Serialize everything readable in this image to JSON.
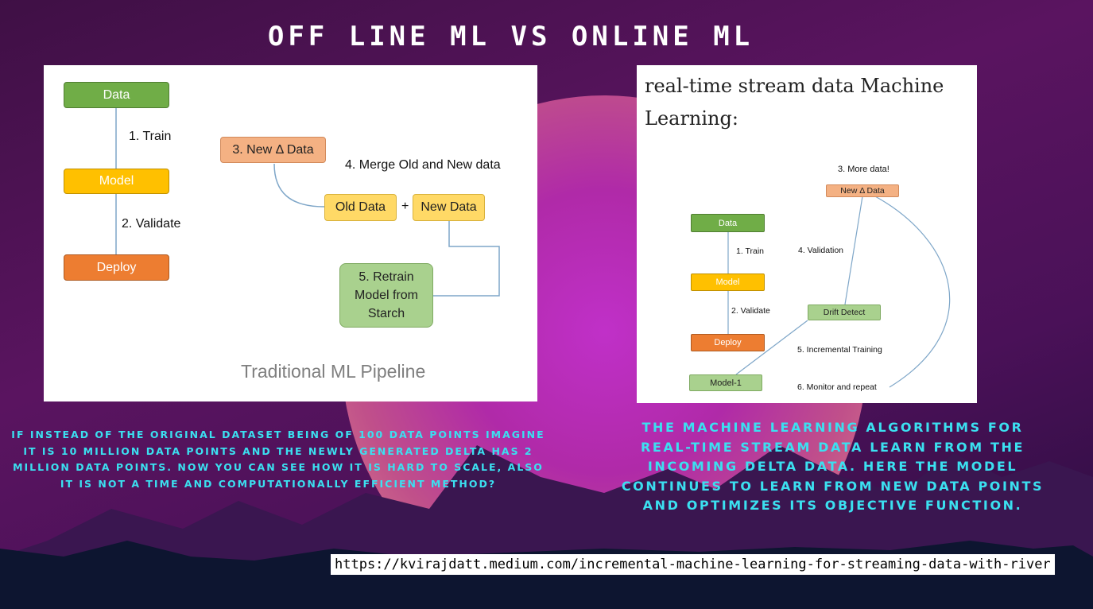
{
  "title": "OFF LINE ML VS ONLINE ML",
  "left_diagram": {
    "data": "Data",
    "model": "Model",
    "deploy": "Deploy",
    "step_train": "1. Train",
    "step_validate": "2. Validate",
    "new_delta": "3. New Δ Data",
    "merge": "4. Merge Old and New data",
    "old_data": "Old Data",
    "plus": "+",
    "new_data": "New Data",
    "retrain": "5. Retrain Model from Starch",
    "caption": "Traditional ML Pipeline"
  },
  "right_diagram": {
    "heading": "real-time stream data Machine Learning:",
    "more_data": "3. More data!",
    "new_delta": "New Δ Data",
    "data": "Data",
    "step_train": "1. Train",
    "step_validation": "4. Validation",
    "model": "Model",
    "step_validate": "2. Validate",
    "drift_detect": "Drift Detect",
    "deploy": "Deploy",
    "incremental": "5. Incremental Training",
    "model1": "Model-1",
    "monitor": "6. Monitor and repeat"
  },
  "left_text": "If instead of the original dataset being of 100 data points imagine it is 10 million data points and the newly generated delta has 2 million data points. Now you can see how it is hard to scale, also it is not a time and computationally efficient method?",
  "right_text": "The machine learning algorithms for real-time stream data learn from the incoming delta data. Here the model continues to learn from new data points and optimizes its objective function.",
  "url": "https://kvirajdatt.medium.com/incremental-machine-learning-for-streaming-data-with-river",
  "colors": {
    "accent_text": "#3be0f0",
    "green": "#70ad47",
    "yellow": "#ffc000",
    "orange": "#ed7d31",
    "pink": "#f4b183"
  }
}
